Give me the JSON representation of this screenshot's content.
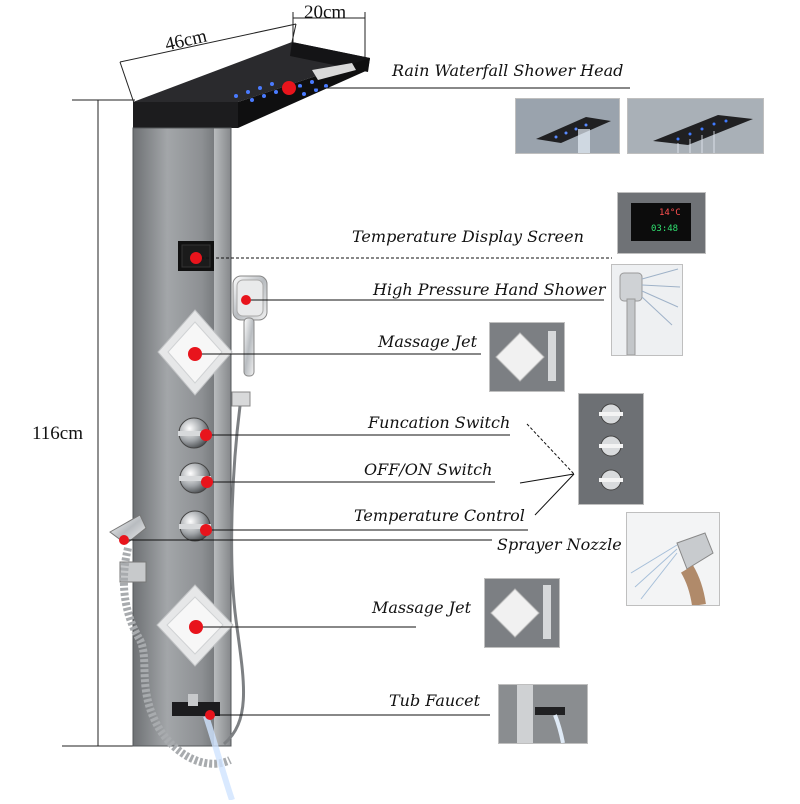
{
  "dimensions": {
    "width": "46cm",
    "depth": "20cm",
    "height": "116cm"
  },
  "labels": {
    "rain_head": "Rain Waterfall Shower Head",
    "temp_display": "Temperature Display Screen",
    "hand_shower": "High Pressure Hand Shower",
    "massage_jet_top": "Massage Jet",
    "function_switch": "Funcation Switch",
    "onoff_switch": "OFF/ON Switch",
    "temp_control": "Temperature Control",
    "sprayer": "Sprayer Nozzle",
    "massage_jet_bottom": "Massage Jet",
    "tub_faucet": "Tub Faucet"
  },
  "display_readout": {
    "temp": "14°C",
    "time": "03:48"
  },
  "colors": {
    "panel": "#8e9194",
    "head": "#1c1c1e",
    "marker": "#e8141c",
    "led": "#4a7bff"
  }
}
